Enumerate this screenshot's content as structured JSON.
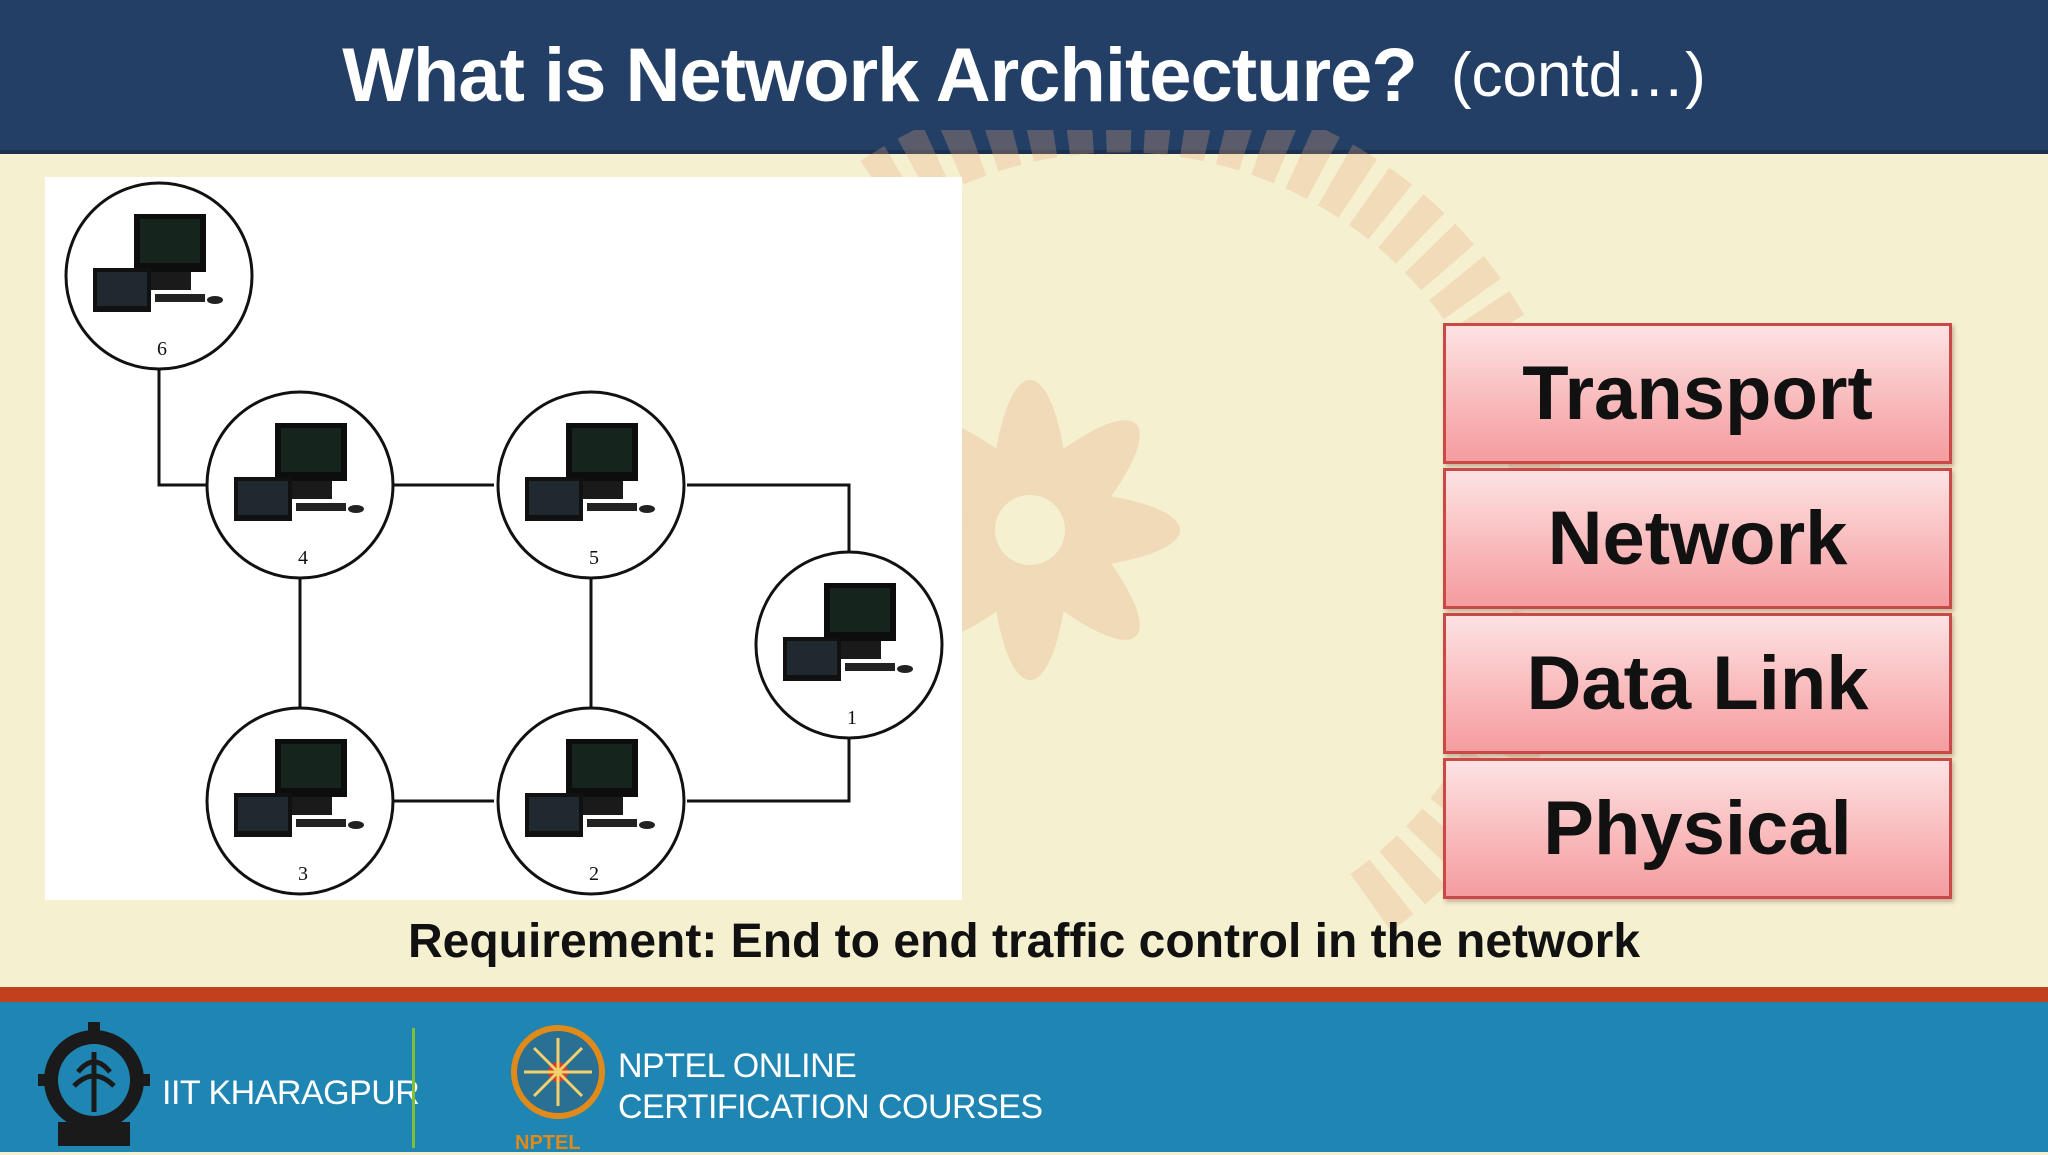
{
  "slide": {
    "title": "What is Network Architecture?",
    "title_suffix": "(contd…)",
    "requirement": "Requirement: End to end traffic control in the network"
  },
  "layers": [
    {
      "label": "Transport"
    },
    {
      "label": "Network"
    },
    {
      "label": "Data Link"
    },
    {
      "label": "Physical"
    }
  ],
  "diagram": {
    "nodes": [
      {
        "id": "6"
      },
      {
        "id": "4"
      },
      {
        "id": "5"
      },
      {
        "id": "1"
      },
      {
        "id": "3"
      },
      {
        "id": "2"
      }
    ]
  },
  "footer": {
    "institute": "IIT KHARAGPUR",
    "nptel_line1": "NPTEL ONLINE",
    "nptel_line2": "CERTIFICATION COURSES",
    "nptel_tag": "NPTEL"
  },
  "colors": {
    "title_bar": "#243f66",
    "footer": "#1f86b4",
    "footer_stripe": "#c2401d",
    "layer_fill": "#f7a9ab",
    "background": "#f5f0cf"
  }
}
